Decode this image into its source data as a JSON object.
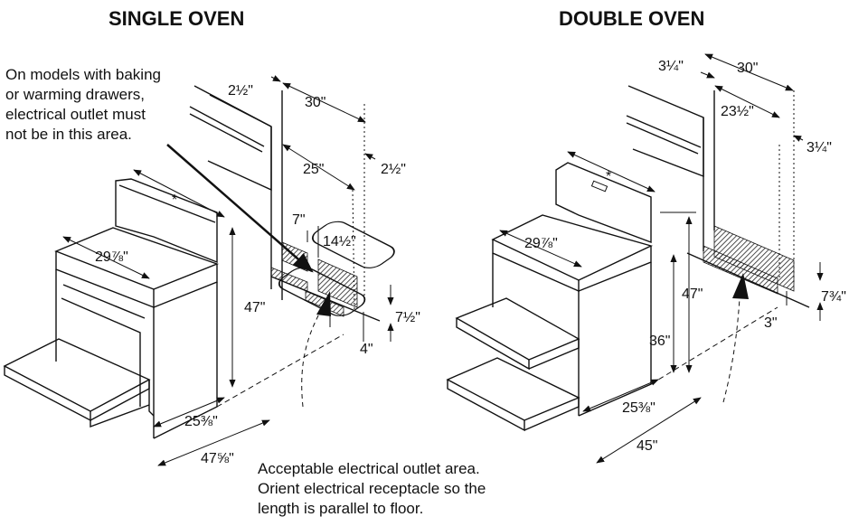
{
  "titles": {
    "single": "SINGLE OVEN",
    "double": "DOUBLE OVEN"
  },
  "notes": {
    "drawer_line1": "On models with baking",
    "drawer_line2": "or warming drawers,",
    "drawer_line3": "electrical outlet must",
    "drawer_line4": "not be in this area.",
    "outlet_line1": "Acceptable electrical outlet area.",
    "outlet_line2": "Orient electrical receptacle so the",
    "outlet_line3": "length is parallel to floor."
  },
  "single": {
    "d_2_5_top": "2½\"",
    "d_30": "30\"",
    "d_25": "25\"",
    "d_2_5_side": "2½\"",
    "star": "*",
    "d_7": "7\"",
    "d_14_5": "14½\"",
    "d_29_7_8": "29⅞\"",
    "d_47": "47\"",
    "d_7_5": "7½\"",
    "d_4": "4\"",
    "d_25_3_8": "25⅜\"",
    "d_47_5_8": "47⅝\""
  },
  "double": {
    "d_3_25_top": "3¼\"",
    "d_30": "30\"",
    "d_23_5": "23½\"",
    "d_3_25_side": "3¼\"",
    "star": "*",
    "d_29_7_8": "29⅞\"",
    "d_47": "47\"",
    "d_36": "36\"",
    "d_7_75": "7¾\"",
    "d_3": "3\"",
    "d_25_3_8": "25⅜\"",
    "d_45": "45\""
  }
}
